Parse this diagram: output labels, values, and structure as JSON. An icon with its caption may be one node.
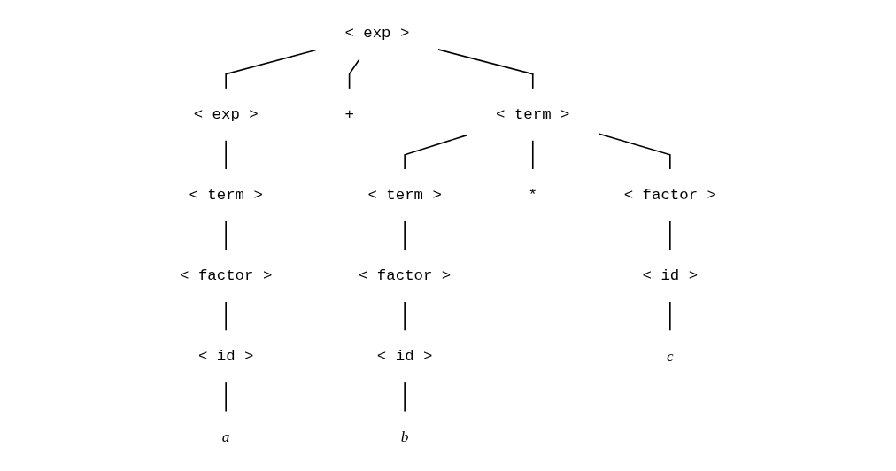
{
  "diagram": {
    "nodes": [
      {
        "text": [
          "< exp >"
        ]
      },
      {
        "text": [
          "< exp >"
        ]
      },
      {
        "text": [
          "+"
        ]
      },
      {
        "text": [
          "< term >"
        ]
      },
      {
        "text": [
          "< term >"
        ]
      },
      {
        "text": [
          "< term >"
        ]
      },
      {
        "text": [
          "*"
        ]
      },
      {
        "text": [
          "< factor >"
        ]
      },
      {
        "text": [
          "< factor >"
        ]
      },
      {
        "text": [
          "< factor >"
        ]
      },
      {
        "text": [
          "< id >"
        ]
      },
      {
        "text": [
          "< id >"
        ]
      },
      {
        "text": [
          "< id >"
        ]
      },
      {
        "text": [
          "c"
        ]
      },
      {
        "text": [
          "a"
        ]
      },
      {
        "text": [
          "b"
        ]
      }
    ],
    "edges": [
      {
        "from": 0,
        "to": 1,
        "arrow": "none"
      },
      {
        "from": 0,
        "to": 2,
        "arrow": "none"
      },
      {
        "from": 0,
        "to": 3,
        "arrow": "none"
      },
      {
        "from": 1,
        "to": 4,
        "arrow": "none"
      },
      {
        "from": 3,
        "to": 5,
        "arrow": "none"
      },
      {
        "from": 3,
        "to": 6,
        "arrow": "none"
      },
      {
        "from": 3,
        "to": 7,
        "arrow": "none"
      },
      {
        "from": 4,
        "to": 8,
        "arrow": "none"
      },
      {
        "from": 5,
        "to": 9,
        "arrow": "none"
      },
      {
        "from": 7,
        "to": 10,
        "arrow": "none"
      },
      {
        "from": 8,
        "to": 11,
        "arrow": "none"
      },
      {
        "from": 9,
        "to": 12,
        "arrow": "none"
      },
      {
        "from": 10,
        "to": 13,
        "arrow": "none"
      },
      {
        "from": 11,
        "to": 14,
        "arrow": "none"
      },
      {
        "from": 12,
        "to": 15,
        "arrow": "none"
      }
    ]
  }
}
